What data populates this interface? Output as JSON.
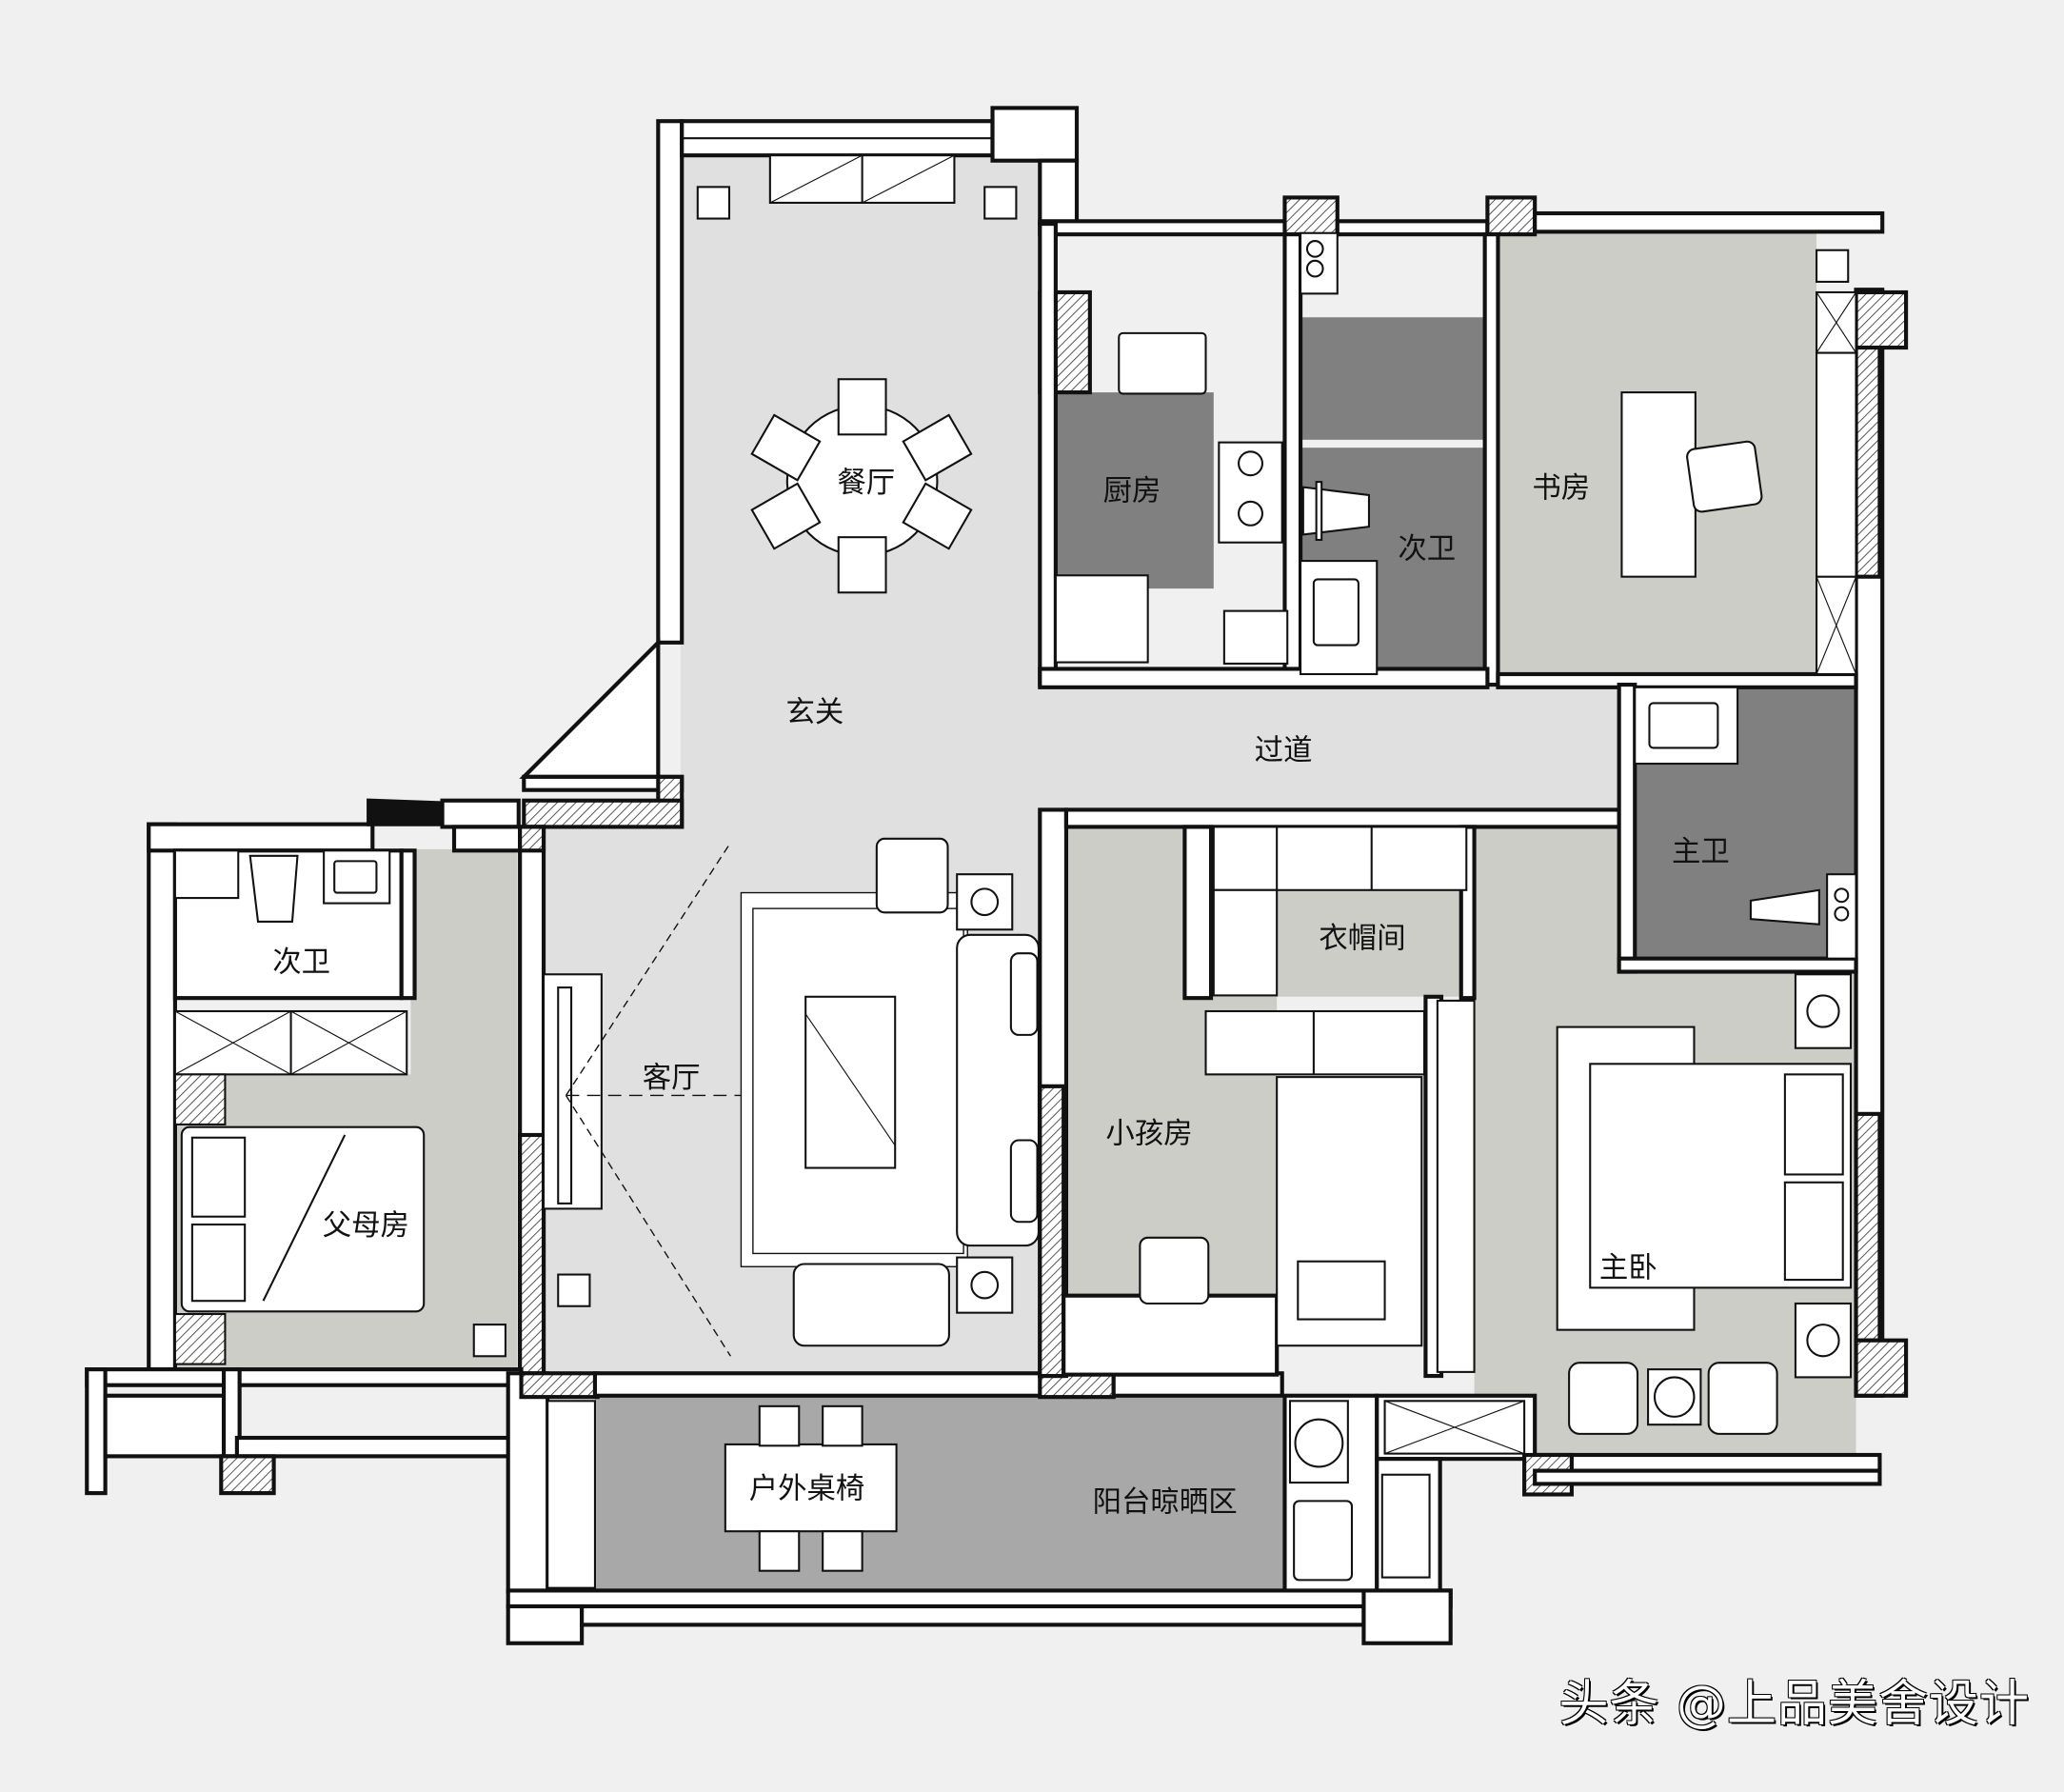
{
  "plan": {
    "title": "Apartment floor plan",
    "colors": {
      "background": "#f0f0f0",
      "wall": "#ffffff",
      "wall_stroke": "#111111",
      "light_floor": "#e0e0e0",
      "room_floor": "#cdcdc8",
      "wet_floor": "#808080",
      "balcony_floor": "#a8a8a8",
      "furniture": "#ffffff"
    },
    "rooms": {
      "dining": "餐厅",
      "kitchen": "厨房",
      "guest_bath_north": "次卫",
      "study": "书房",
      "foyer": "玄关",
      "corridor": "过道",
      "master_bath": "主卫",
      "parents_bath": "次卫",
      "parents_room": "父母房",
      "living": "客厅",
      "kids_room": "小孩房",
      "cloakroom": "衣帽间",
      "master_bedroom": "主卧",
      "outdoor_table": "户外桌椅",
      "balcony": "阳台晾晒区"
    }
  },
  "watermark": "头条 @上品美舍设计"
}
